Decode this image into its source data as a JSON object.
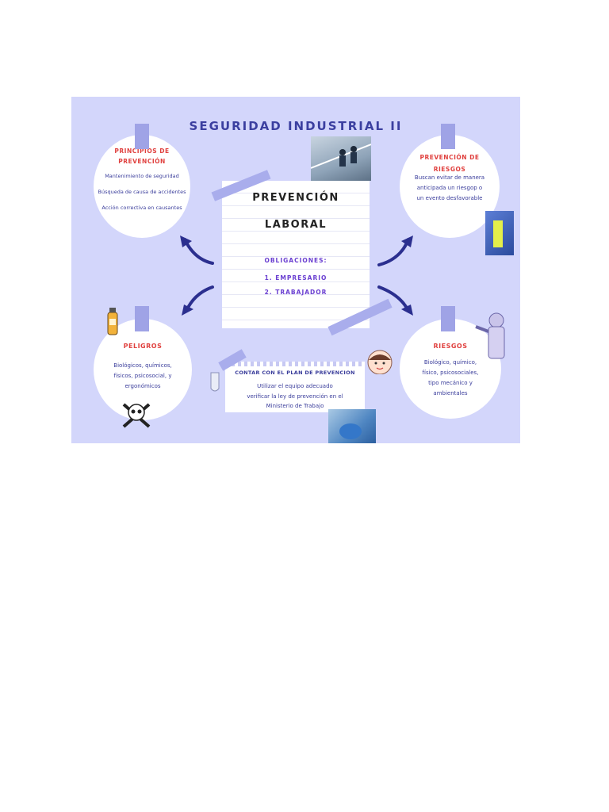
{
  "title": "SEGURIDAD INDUSTRIAL II",
  "center": {
    "line1": "PREVENCIÓN",
    "line2": "LABORAL",
    "obligations_title": "OBLIGACIONES:",
    "item1": "1. EMPRESARIO",
    "item2": "2. TRABAJADOR"
  },
  "principles": {
    "title1": "PRINCIPIOS DE",
    "title2": "PREVENCIÓN",
    "items": [
      "Mantenimiento de seguridad",
      "Búsqueda de causa de accidentes",
      "Acción correctiva en causantes"
    ]
  },
  "risk_prevention": {
    "title1": "PREVENCIÓN DE",
    "title2": "RIESGOS",
    "lines": [
      "Buscan evitar de manera",
      "anticipada un riesgop o",
      "un evento desfavorable"
    ]
  },
  "hazards": {
    "title": "PELIGROS",
    "lines": [
      "Biológicos, químicos,",
      "físicos, psicosocial, y",
      "ergonómicos"
    ]
  },
  "risks": {
    "title": "RIESGOS",
    "lines": [
      "Biológico, químico,",
      "físico, psicosociales,",
      "tipo mecánico y",
      "ambientales"
    ]
  },
  "plan": {
    "title": "CONTAR CON EL PLAN DE PREVENCION",
    "lines": [
      "Utilizar el equipo adecuado",
      "verificar la ley de prevención en el",
      "Ministerio de Trabajo"
    ]
  },
  "colors": {
    "board": "#d3d6fb",
    "navy": "#2b2f8f",
    "red": "#e0413f",
    "purple": "#6a3fd1"
  }
}
